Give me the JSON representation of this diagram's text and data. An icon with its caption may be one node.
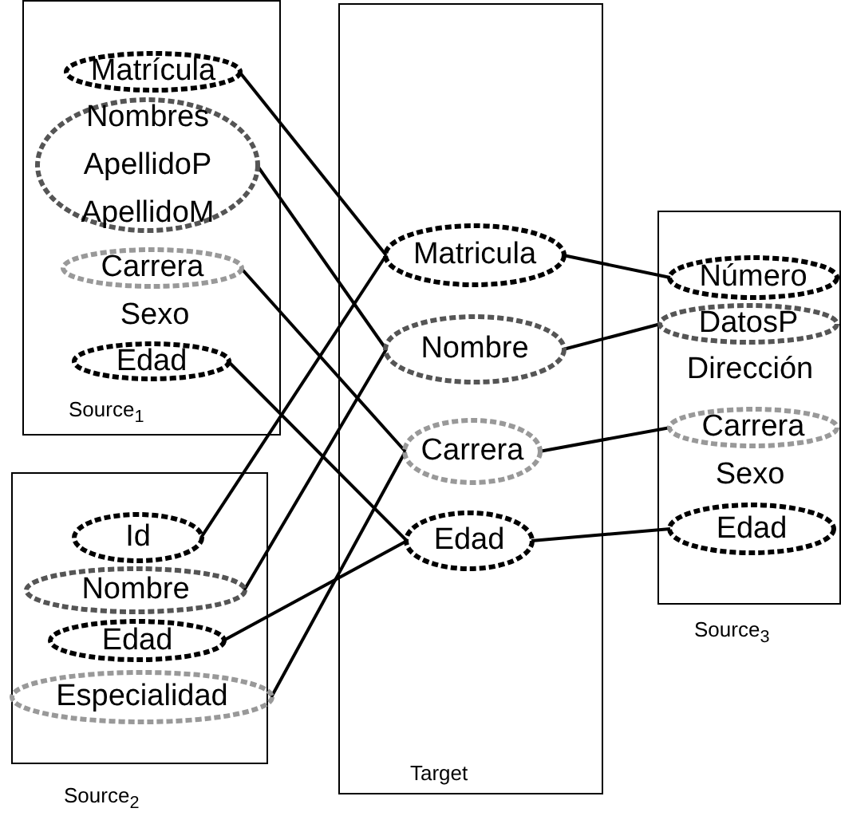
{
  "diagram": {
    "nodes": [
      {
        "text": [
          "Source$_{1}$"
        ]
      },
      {
        "text": [
          "Matrícula"
        ],
        "in": 0
      },
      {
        "text": [
          "Nombres",
          "ApellidoP",
          "ApellidoM"
        ],
        "in": 0
      },
      {
        "text": [
          "Carrera"
        ],
        "in": 0
      },
      {
        "text": [
          "Edad"
        ],
        "in": 0
      },
      {
        "text": [
          "Source$_{2}$"
        ]
      },
      {
        "text": [
          "Id"
        ],
        "in": 5
      },
      {
        "text": [
          "Nombre"
        ],
        "in": 5
      },
      {
        "text": [
          "Edad"
        ],
        "in": 5
      },
      {
        "text": [
          "Especialidad"
        ],
        "in": 5
      },
      {
        "text": [
          "Target"
        ]
      },
      {
        "text": [
          "Matricula"
        ],
        "in": 10
      },
      {
        "text": [
          "Nombre"
        ],
        "in": 10
      },
      {
        "text": [
          "Carrera"
        ],
        "in": 10
      },
      {
        "text": [
          "Edad"
        ],
        "in": 10
      },
      {
        "text": [
          "Source$_{3}$"
        ]
      },
      {
        "text": [
          "Número"
        ],
        "in": 15
      },
      {
        "text": [
          "DatosP"
        ],
        "in": 15
      },
      {
        "text": [
          "Carrera"
        ],
        "in": 15
      },
      {
        "text": [
          "Edad"
        ],
        "in": 15
      }
    ],
    "edges": [
      {
        "from": 1,
        "to": 11,
        "arrow": "none"
      },
      {
        "from": 2,
        "to": 12,
        "arrow": "none"
      },
      {
        "from": 3,
        "to": 13,
        "arrow": "none"
      },
      {
        "from": 4,
        "to": 14,
        "arrow": "none"
      },
      {
        "from": 6,
        "to": 11,
        "arrow": "none"
      },
      {
        "from": 7,
        "to": 12,
        "arrow": "none"
      },
      {
        "from": 8,
        "to": 14,
        "arrow": "none"
      },
      {
        "from": 9,
        "to": 13,
        "arrow": "none"
      },
      {
        "from": 11,
        "to": 16,
        "arrow": "none"
      },
      {
        "from": 12,
        "to": 17,
        "arrow": "none"
      },
      {
        "from": 13,
        "to": 18,
        "arrow": "none"
      },
      {
        "from": 14,
        "to": 19,
        "arrow": "none"
      }
    ],
    "labels": [
      "Sexo",
      "Dirección",
      "Sexo"
    ]
  }
}
